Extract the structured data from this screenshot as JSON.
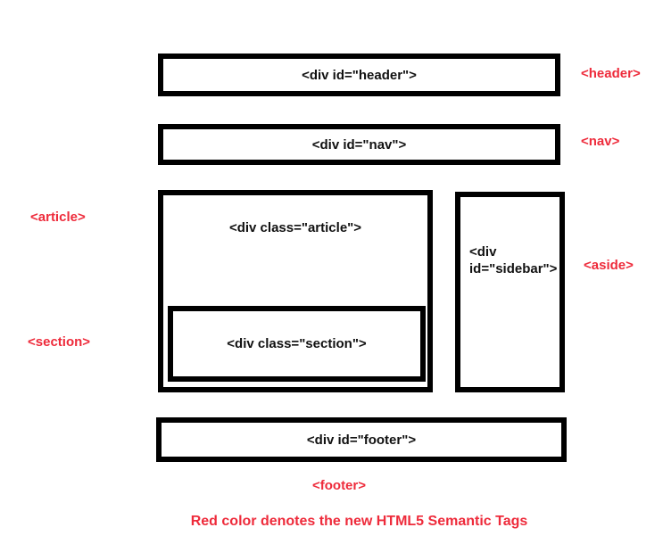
{
  "boxes": {
    "header": "<div id=\"header\">",
    "nav": "<div id=\"nav\">",
    "article": "<div class=\"article\">",
    "section": "<div class=\"section\">",
    "sidebar_line1": "<div",
    "sidebar_line2": "id=\"sidebar\">",
    "footer": "<div id=\"footer\">"
  },
  "tags": {
    "header": "<header>",
    "nav": "<nav>",
    "article": "<article>",
    "aside": "<aside>",
    "section": "<section>",
    "footer": "<footer>"
  },
  "caption": "Red color denotes the new HTML5 Semantic Tags",
  "colors": {
    "tag_red": "#ee2b3b",
    "box_border": "#000000",
    "label_black": "#111111",
    "background": "#ffffff"
  }
}
